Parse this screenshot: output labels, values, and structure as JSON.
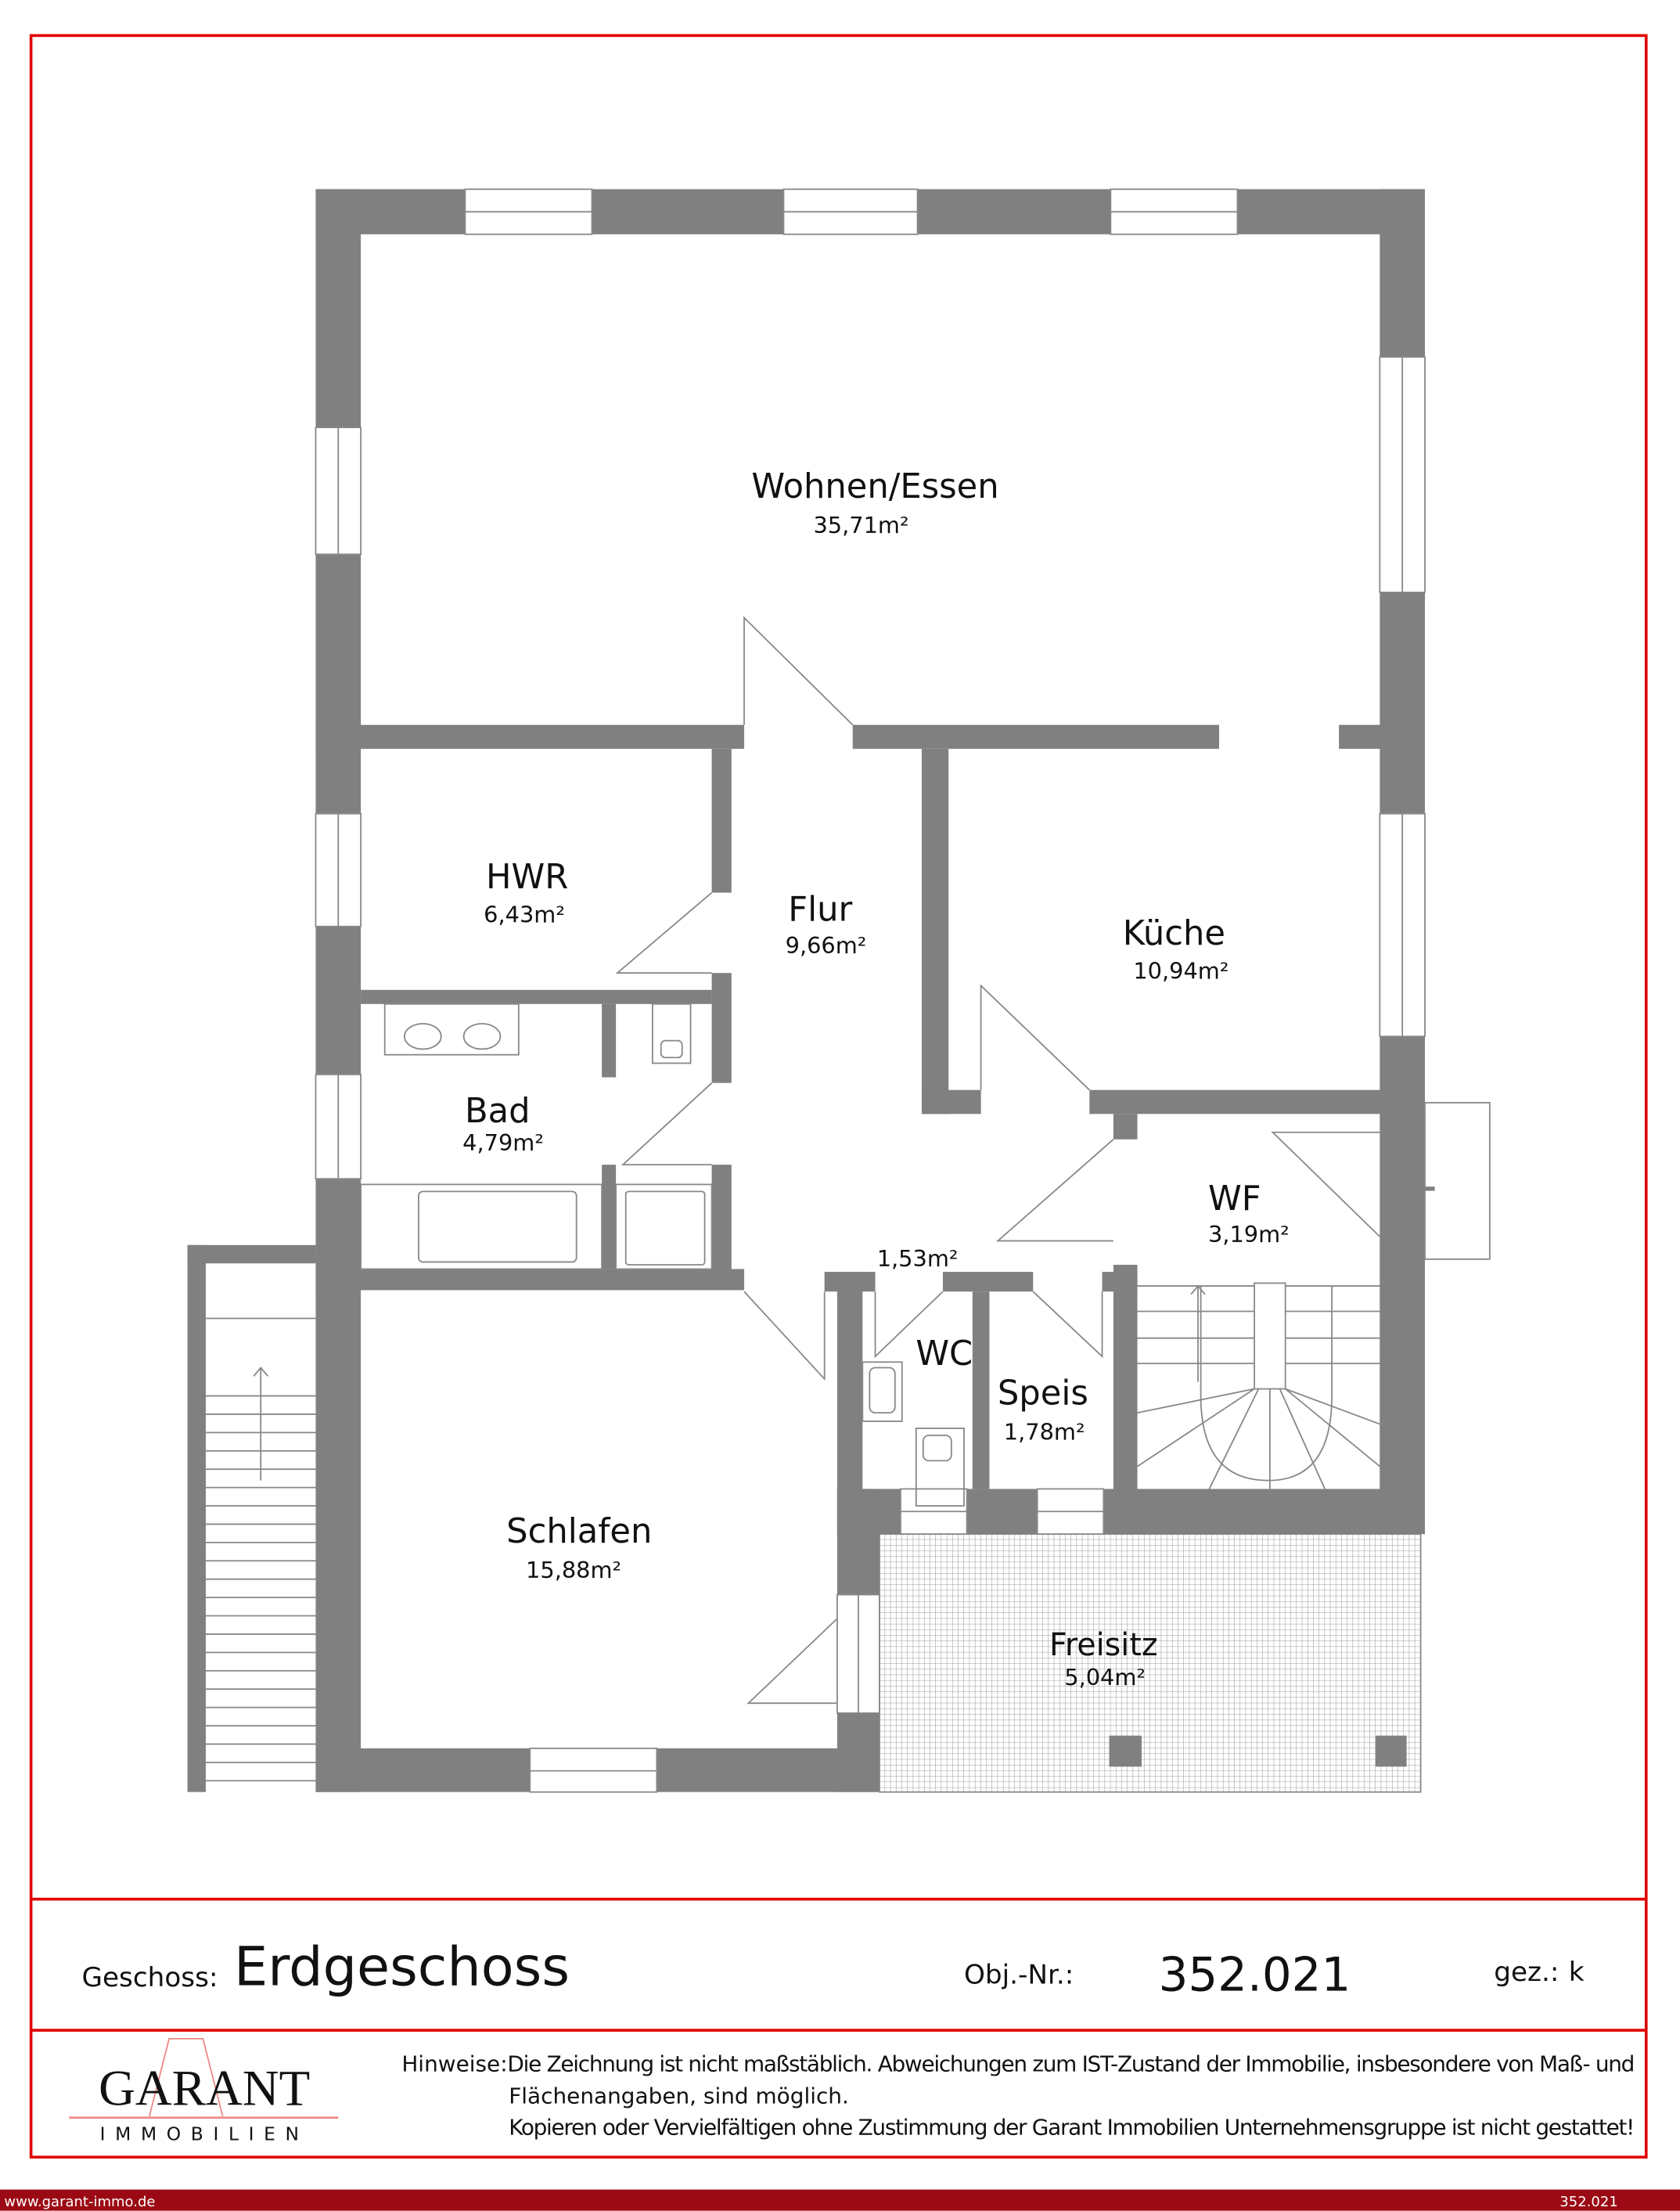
{
  "rooms": [
    {
      "name": "Wohnen/Essen",
      "area": "35,71m²"
    },
    {
      "name": "HWR",
      "area": "6,43m²"
    },
    {
      "name": "Flur",
      "area": "9,66m²"
    },
    {
      "name": "Küche",
      "area": "10,94m²"
    },
    {
      "name": "Bad",
      "area": "4,79m²"
    },
    {
      "name": "WF",
      "area": "3,19m²"
    },
    {
      "name": "",
      "area": "1,53m²"
    },
    {
      "name": "WC",
      "area": ""
    },
    {
      "name": "Speis",
      "area": "1,78m²"
    },
    {
      "name": "Schlafen",
      "area": "15,88m²"
    },
    {
      "name": "Freisitz",
      "area": "5,04m²"
    }
  ],
  "footer": {
    "floor_label": "Geschoss:",
    "floor_value": "Erdgeschoss",
    "obj_label": "Obj.-Nr.:",
    "obj_value": "352.021",
    "drawn_label": "gez.:",
    "drawn_value": "k",
    "logo_main": "GARANT",
    "logo_sub": "IMMOBILIEN",
    "notes_label": "Hinweise:",
    "notes_line1": "Die Zeichnung ist nicht maßstäblich. Abweichungen zum IST-Zustand der Immobilie, insbesondere von Maß- und",
    "notes_line2": "Flächenangaben, sind möglich.",
    "notes_line3": "Kopieren oder Vervielfältigen ohne Zustimmung der Garant Immobilien Unternehmensgruppe ist nicht gestattet!"
  },
  "bottom_bar": {
    "website": "www.garant-immo.de",
    "ref": "352.021"
  },
  "colors": {
    "wall": "#808080",
    "frame": "#e00000",
    "bar": "#9b0a14"
  }
}
